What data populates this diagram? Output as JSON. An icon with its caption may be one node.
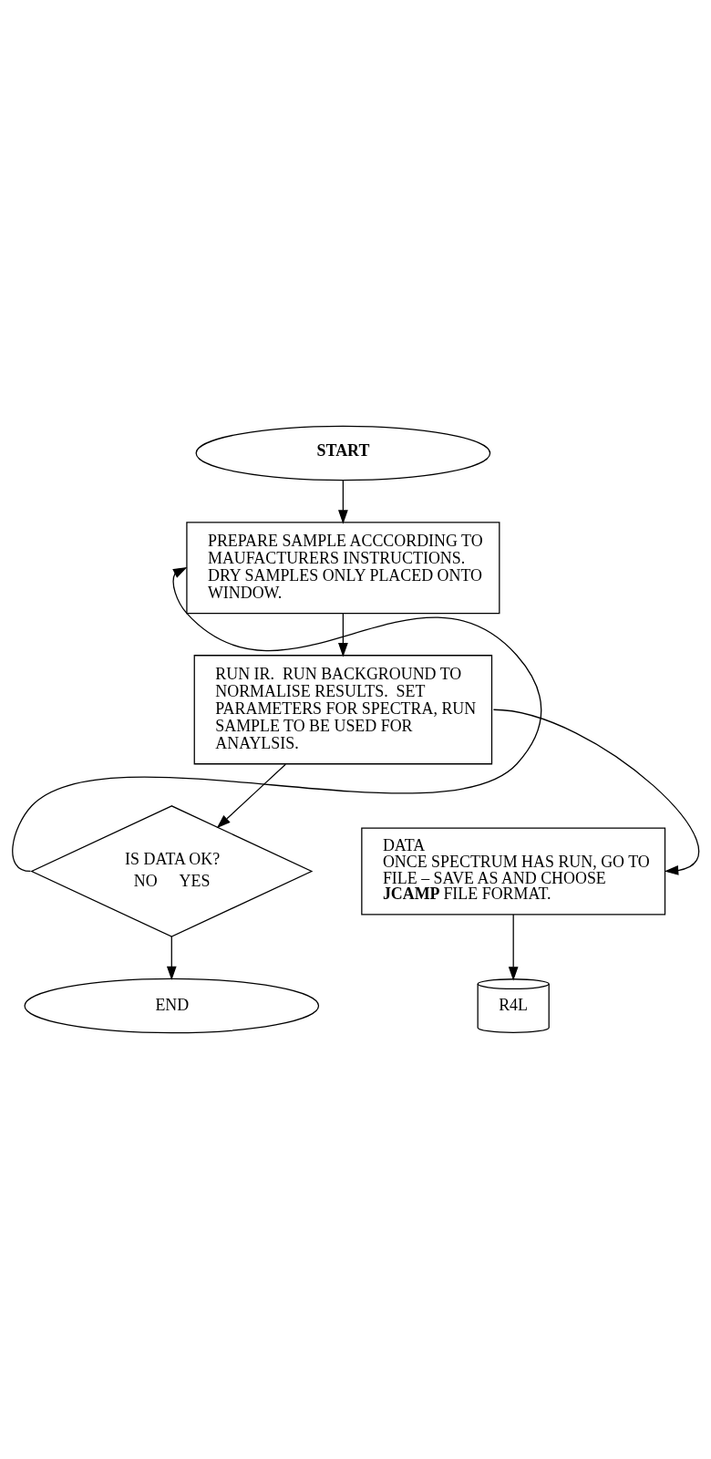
{
  "diagram": {
    "nodes": [
      {
        "text": [
          "START"
        ]
      },
      {
        "text": [
          "PREPARE SAMPLE ACCCORDING TO MAUFACTURERS INSTRUCTIONS.  DRY SAMPLES ONLY PLACED ONTO WINDOW."
        ]
      },
      {
        "text": [
          "RUN IR.  RUN BACKGROUND TO NORMALISE RESULTS.  SET PARAMETERS FOR SPECTRA, RUN SAMPLE TO BE USED FOR ANAYLSIS."
        ]
      },
      {
        "text": [
          "IS DATA OK?",
          "NO",
          "YES"
        ]
      },
      {
        "text": [
          "END"
        ]
      },
      {
        "text": [
          "DATA",
          "ONCE SPECTRUM HAS RUN, GO TO FILE – SAVE AS AND CHOOSE **JCAMP** FILE FORMAT."
        ]
      },
      {
        "text": [
          "R4L"
        ]
      }
    ],
    "edges": [
      {
        "from": 0,
        "to": 1,
        "arrow": "to"
      },
      {
        "from": 1,
        "to": 2,
        "arrow": "to"
      },
      {
        "from": 2,
        "to": 3,
        "arrow": "to"
      },
      {
        "from": 3,
        "to": 4,
        "arrow": "to"
      },
      {
        "from": 3,
        "to": 1,
        "arrow": "to"
      },
      {
        "from": 2,
        "to": 5,
        "arrow": "to"
      },
      {
        "from": 5,
        "to": 6,
        "arrow": "to"
      }
    ]
  }
}
